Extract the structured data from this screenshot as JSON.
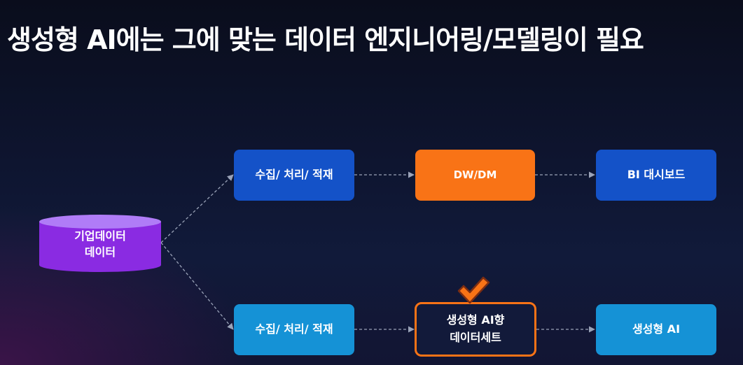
{
  "title": "생성형 AI에는 그에 맞는 데이터 엔지니어링/모델링이 필요",
  "source": {
    "label": "기업데이터\n데이터",
    "icon": "database-icon",
    "color": "#8b3df0"
  },
  "top_flow": {
    "step1": "수집/ 처리/ 적재",
    "step2": "DW/DM",
    "step3": "BI 대시보드"
  },
  "bottom_flow": {
    "step1": "수집/ 처리/ 적재",
    "step2": "생성형 AI향\n데이터세트",
    "step3": "생성형 AI"
  },
  "highlight_icon": "checkmark-icon",
  "colors": {
    "dark_blue": "#1452c8",
    "light_blue": "#1592d6",
    "orange": "#f97316",
    "purple": "#8b3df0",
    "connector": "#9aa3b8"
  }
}
